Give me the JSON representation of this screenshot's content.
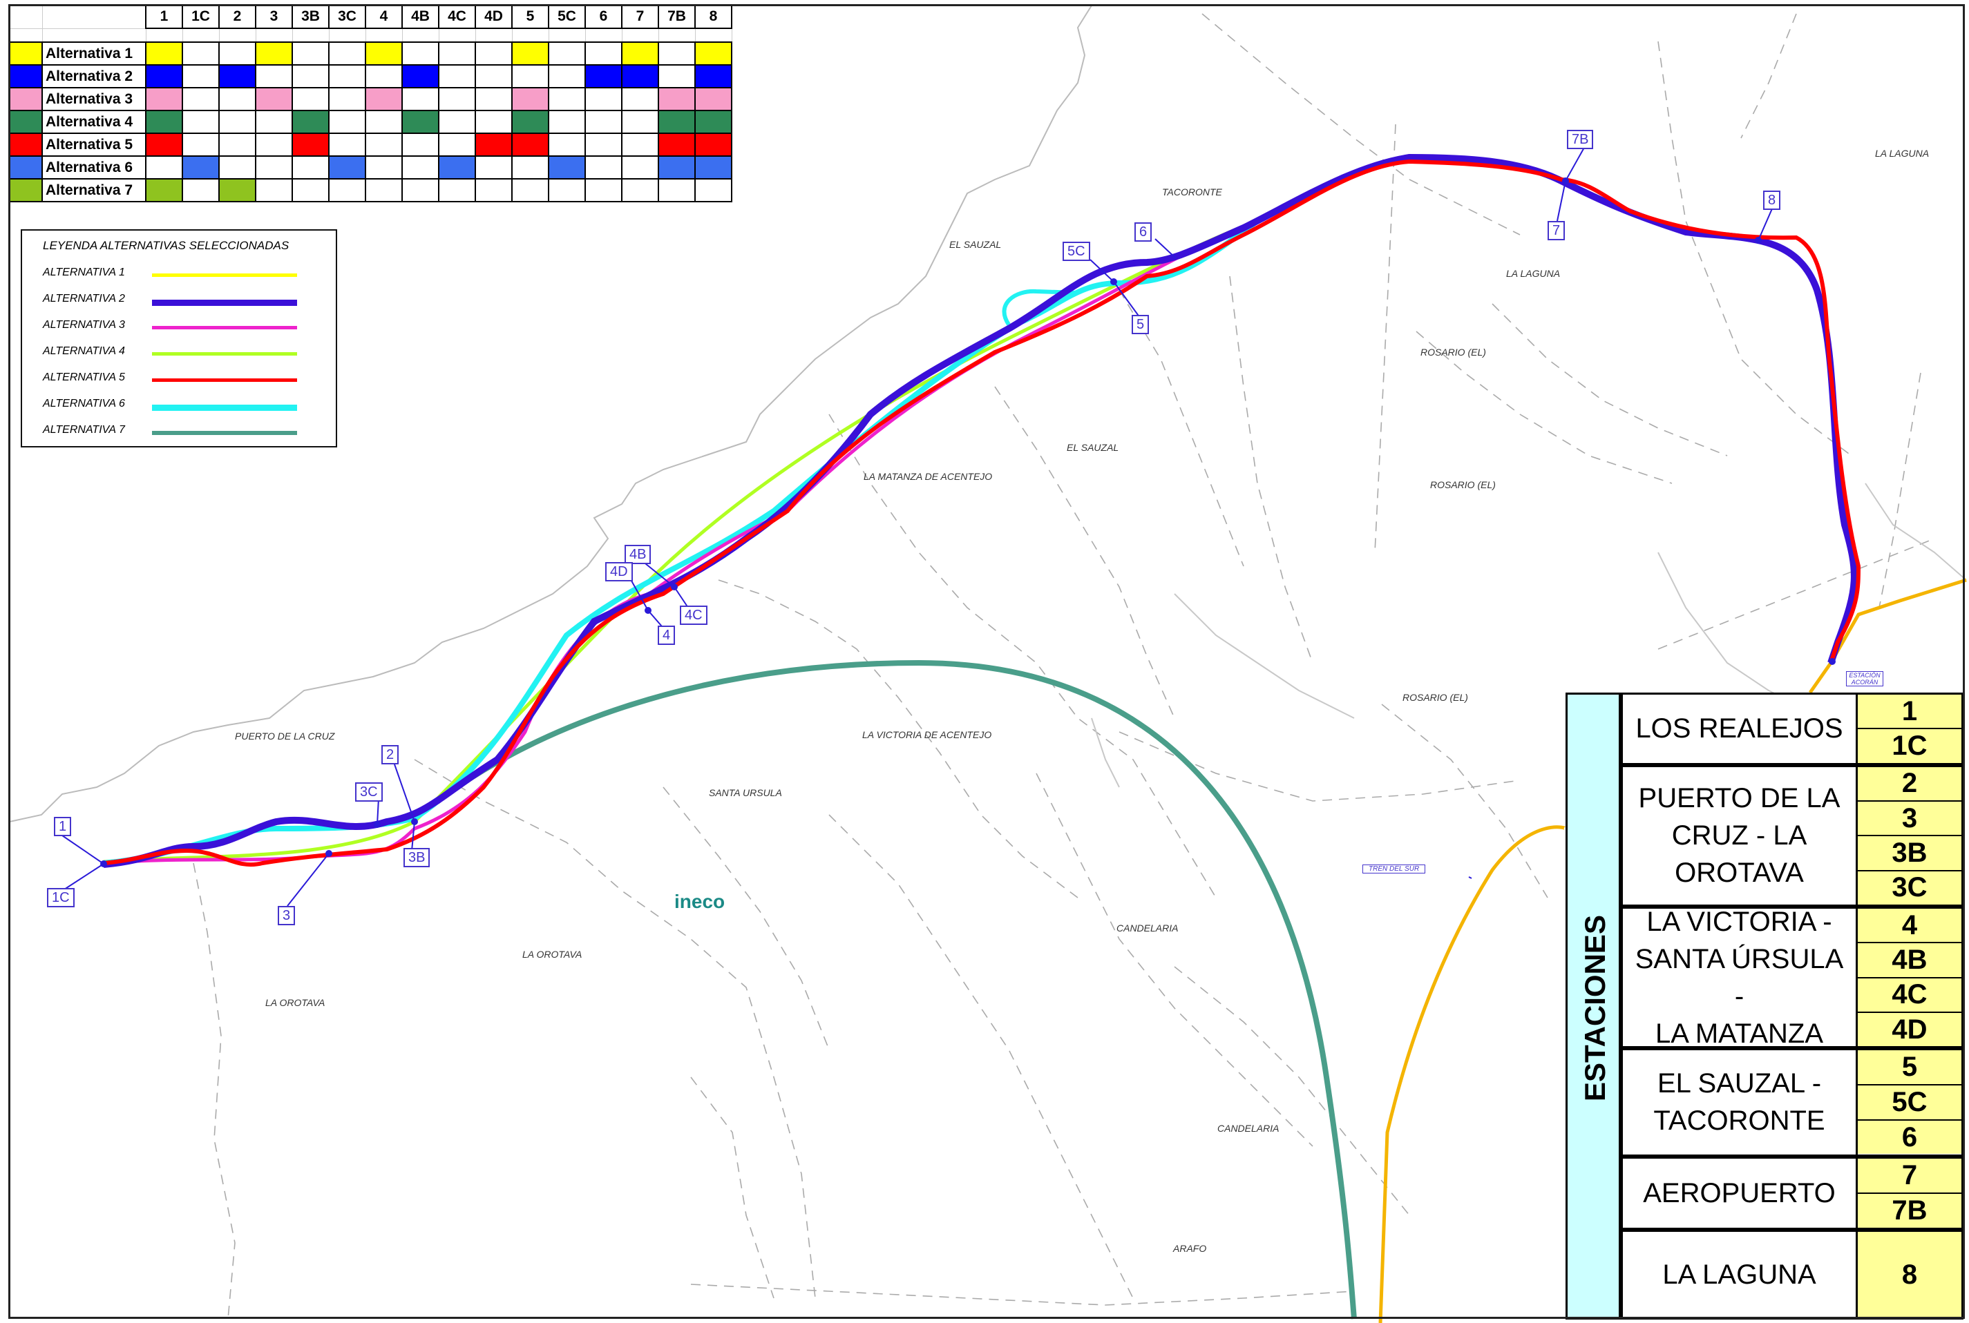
{
  "matrix": {
    "columns": [
      "1",
      "1C",
      "2",
      "3",
      "3B",
      "3C",
      "4",
      "4B",
      "4C",
      "4D",
      "5",
      "5C",
      "6",
      "7",
      "7B",
      "8"
    ],
    "rows": [
      {
        "name": "Alternativa 1",
        "color": "#ffff00",
        "cells": [
          1,
          0,
          0,
          1,
          0,
          0,
          1,
          0,
          0,
          0,
          1,
          0,
          0,
          1,
          0,
          1
        ]
      },
      {
        "name": "Alternativa 2",
        "color": "#0000ff",
        "cells": [
          1,
          0,
          1,
          0,
          0,
          0,
          0,
          1,
          0,
          0,
          0,
          0,
          1,
          1,
          0,
          1
        ]
      },
      {
        "name": "Alternativa 3",
        "color": "#f79ec8",
        "cells": [
          1,
          0,
          0,
          1,
          0,
          0,
          1,
          0,
          0,
          0,
          1,
          0,
          0,
          0,
          1,
          1
        ]
      },
      {
        "name": "Alternativa 4",
        "color": "#2e8b57",
        "cells": [
          1,
          0,
          0,
          0,
          1,
          0,
          0,
          1,
          0,
          0,
          1,
          0,
          0,
          0,
          1,
          1
        ]
      },
      {
        "name": "Alternativa 5",
        "color": "#ff0000",
        "cells": [
          1,
          0,
          0,
          0,
          1,
          0,
          0,
          0,
          0,
          1,
          1,
          0,
          0,
          0,
          1,
          1
        ]
      },
      {
        "name": "Alternativa 6",
        "color": "#3b6ff0",
        "cells": [
          0,
          1,
          0,
          0,
          0,
          1,
          0,
          0,
          1,
          0,
          0,
          1,
          0,
          0,
          1,
          1
        ]
      },
      {
        "name": "Alternativa 7",
        "color": "#8fc31f",
        "cells": [
          1,
          0,
          1,
          0,
          0,
          0,
          0,
          0,
          0,
          0,
          0,
          0,
          0,
          0,
          0,
          0
        ]
      }
    ]
  },
  "legend": {
    "title": "LEYENDA ALTERNATIVAS SELECCIONADAS",
    "items": [
      {
        "label": "ALTERNATIVA 1",
        "color": "#ffff00"
      },
      {
        "label": "ALTERNATIVA 2",
        "color": "#3a10d8"
      },
      {
        "label": "ALTERNATIVA 3",
        "color": "#ee22cc"
      },
      {
        "label": "ALTERNATIVA 4",
        "color": "#b0ff22"
      },
      {
        "label": "ALTERNATIVA 5",
        "color": "#ff0000"
      },
      {
        "label": "ALTERNATIVA 6",
        "color": "#22f2f2"
      },
      {
        "label": "ALTERNATIVA 7",
        "color": "#4a9e8a"
      }
    ]
  },
  "stations": {
    "title": "ESTACIONES",
    "groups": [
      {
        "name": "LOS REALEJOS",
        "codes": [
          "1",
          "1C"
        ]
      },
      {
        "name": "PUERTO DE LA\nCRUZ - LA\nOROTAVA",
        "codes": [
          "2",
          "3",
          "3B",
          "3C"
        ]
      },
      {
        "name": "LA VICTORIA -\nSANTA ÚRSULA -\nLA MATANZA",
        "codes": [
          "4",
          "4B",
          "4C",
          "4D"
        ]
      },
      {
        "name": "EL SAUZAL -\nTACORONTE",
        "codes": [
          "5",
          "5C",
          "6"
        ]
      },
      {
        "name": "AEROPUERTO",
        "codes": [
          "7",
          "7B"
        ]
      },
      {
        "name": "LA LAGUNA",
        "codes": [
          "8"
        ]
      }
    ]
  },
  "map_labels": [
    "LA LAGUNA",
    "TACORONTE",
    "EL SAUZAL",
    "LA LAGUNA",
    "ROSARIO (EL)",
    "EL SAUZAL",
    "LA MATANZA DE ACENTEJO",
    "ROSARIO (EL)",
    "ROSARIO (EL)",
    "LA VICTORIA DE ACENTEJO",
    "SANTA URSULA",
    "PUERTO DE LA CRUZ",
    "LA OROTAVA",
    "LA OROTAVA",
    "CANDELARIA",
    "CANDELARIA",
    "ARAFO",
    "TREN DEL SUR",
    "ESTACIÓN ACORÁN"
  ],
  "station_markers": [
    "1",
    "1C",
    "2",
    "3C",
    "3",
    "3B",
    "4B",
    "4D",
    "4C",
    "4",
    "5C",
    "6",
    "5",
    "7B",
    "7",
    "8"
  ],
  "logo": "ineco"
}
